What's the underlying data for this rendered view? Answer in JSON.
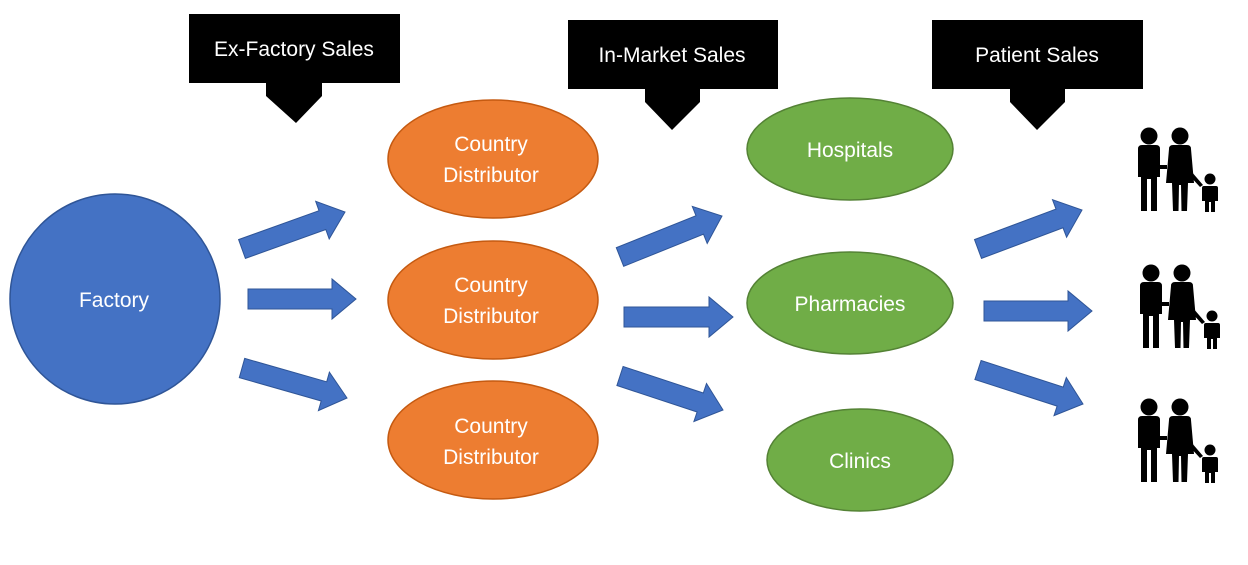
{
  "colors": {
    "factory": "#4472C4",
    "distributor": "#ED7D31",
    "outlet": "#70AD47",
    "arrow": "#4472C4",
    "callout": "#000000",
    "text": "#FFFFFF"
  },
  "callouts": {
    "ex_factory": "Ex-Factory Sales",
    "in_market": "In-Market Sales",
    "patient": "Patient Sales"
  },
  "factory": {
    "label": "Factory"
  },
  "distributors": [
    {
      "line1": "Country",
      "line2": "Distributor"
    },
    {
      "line1": "Country",
      "line2": "Distributor"
    },
    {
      "line1": "Country",
      "line2": "Distributor"
    }
  ],
  "outlets": [
    {
      "label": "Hospitals"
    },
    {
      "label": "Pharmacies"
    },
    {
      "label": "Clinics"
    }
  ],
  "patients": [
    {
      "icon": "family-icon"
    },
    {
      "icon": "family-icon"
    },
    {
      "icon": "family-icon"
    }
  ]
}
